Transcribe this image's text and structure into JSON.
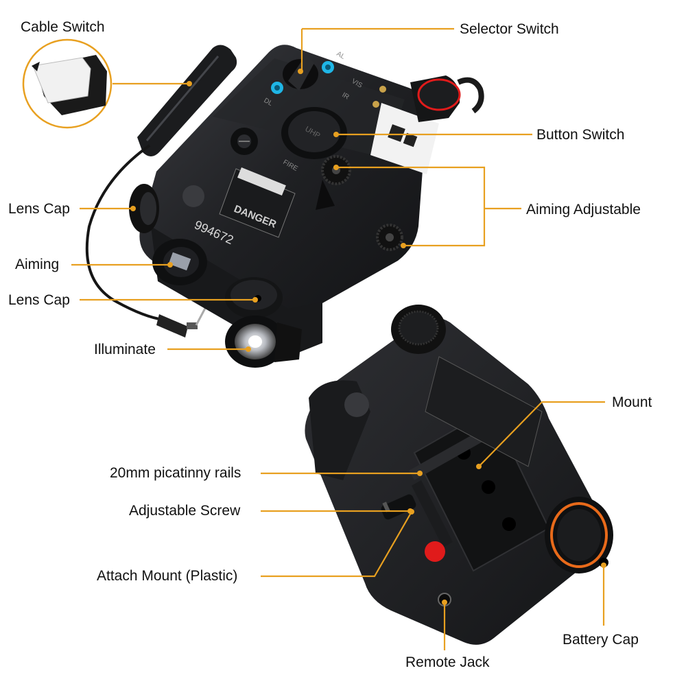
{
  "labels": {
    "cable_switch": "Cable Switch",
    "selector_switch": "Selector Switch",
    "button_switch": "Button Switch",
    "lens_cap_top": "Lens Cap",
    "aiming_adjustable": "Aiming Adjustable",
    "aiming": "Aiming",
    "lens_cap_bottom": "Lens Cap",
    "illuminate": "Illuminate",
    "mount": "Mount",
    "picatinny_rails": "20mm picatinny rails",
    "adjustable_screw": "Adjustable Screw",
    "attach_mount": "Attach Mount (Plastic)",
    "battery_cap": "Battery Cap",
    "remote_jack": "Remote Jack"
  },
  "device_markings": {
    "serial": "994672",
    "danger": "DANGER",
    "uhp": "UHP",
    "fire": "FIRE",
    "dl": "DL",
    "al": "AL",
    "vis": "VIS",
    "ir": "IR"
  },
  "colors": {
    "leader": "#E8A020",
    "device_body": "#1e1f22",
    "device_shade": "#2c2d31",
    "accent_blue": "#1fb6e6",
    "accent_red": "#e01b1b",
    "orange_ring": "#e86a1a"
  }
}
